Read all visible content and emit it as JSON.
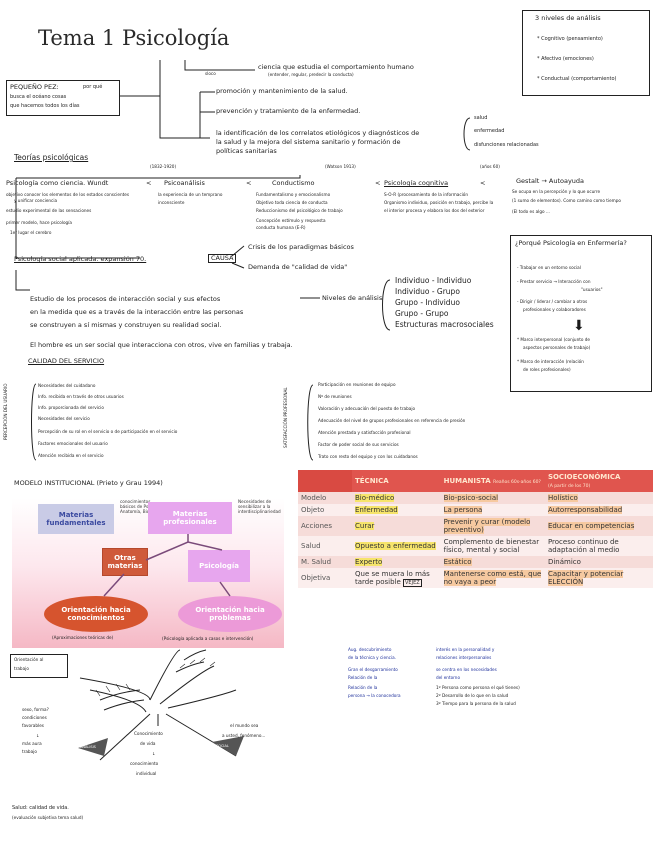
{
  "title": "Tema 1 Psicología",
  "top_note": "sloco",
  "niveles": {
    "heading": "3 niveles de análisis",
    "items": [
      "* Cognitivo (pensamiento)",
      "* Afectivo (emociones)",
      "* Conductual (comportamiento)"
    ]
  },
  "pequeno_pez": {
    "label": "PEQUEÑO PEZ:",
    "text1": "por qué",
    "text2": "busca el océano cosas",
    "text3": "que hacemos todos los días"
  },
  "branches": {
    "b1": "ciencia que estudia el comportamiento humano",
    "b1_sub": "(entender, regular, predecir la conducta)",
    "b2": "promoción y mantenimiento de la salud.",
    "b3": "prevención y tratamiento de la enfermedad.",
    "b4a": "la identificación de los correlatos etiológicos y diagnósticos de",
    "b4b": "la salud y la mejora del sistema sanitario y formación de",
    "b4c": "políticas sanitarias",
    "b4_list": [
      "salud",
      "enfermedad",
      "disfunciones relacionadas"
    ]
  },
  "teorias": {
    "heading": "Teorías psicológicas",
    "date1": "(1832-1920)",
    "date2": "(Watson 1913)",
    "date3": "(años 60)",
    "c1_title": "Psicología como ciencia. Wundt",
    "c1_l1": "objetivo conocer los elementos de los estados conscientes",
    "c1_l2": "y unificar conciencia",
    "c1_l3": "estudio experimental de las sensaciones",
    "c1_l4": "primer modelo, hace psicología",
    "c1_l5": "1er lugar el cerebro",
    "c2_title": "Psicoanálisis",
    "c2_l1": "la experiencia de un temprano",
    "c2_l2": "inconsciente",
    "c3_title": "Conductismo",
    "c3_l1": "Fundamentalismo y emocionalismo",
    "c3_l2": "Objetivo toda ciencia de conducta",
    "c3_l3": "Reduccionismo del psicológico de trabajo",
    "c3_l4": "Concepción estímulo y respuesta",
    "c3_l5": "conducta humana (E-R)",
    "c4_title": "Psicología cognitiva",
    "c4_l1": "S-O-R (procesamiento de la información",
    "c4_l2": "Organismo individuo, posición en trabajo, percibe la",
    "c4_l3": "el interior procesa y elabora los dos del exterior",
    "c5_title": "Gestalt → Autoayuda",
    "c5_l1": "Se ocupa en la percepción y lo que ocurre",
    "c5_l2": "(1 sumo de elementos). Como camino como tiempo",
    "c5_l3": "(El todo es algo ...",
    "sep": "<"
  },
  "social": {
    "line": "Psicología social aplicada: expansión 70.",
    "causa": "CAUSA",
    "c1": "Crisis de los paradigmas básicos",
    "c2": "Demanda de \"calidad de vida\"",
    "estudio1": "Estudio de los procesos de interacción social y sus efectos",
    "estudio2": "en la medida que es a través de la interacción entre las personas",
    "estudio3": "se construyen a sí mismas y construyen su realidad social.",
    "hombre": "El hombre es un ser social que interacciona con otros, vive en familias y trabaja.",
    "niveles_label": "Niveles de análisis",
    "niveles": [
      "Individuo - Individuo",
      "Individuo - Grupo",
      "Grupo - Individuo",
      "Grupo - Grupo",
      "Estructuras macrosociales"
    ]
  },
  "enfermeria": {
    "heading": "¿Porqué Psicología en Enfermería?",
    "items": [
      "- Trabajar en un entorno social",
      "- Prestar servicio → Interacción con",
      "\"usuarios\"",
      "- Dirigir / liderar / cambiar a otros",
      "profesionales y colaboradores",
      "* Marco interpersonal (conjunto de",
      "aspectos personales de trabajo)",
      "* Marco de interacción (relación",
      "de roles profesionales)"
    ]
  },
  "calidad": {
    "heading": "CALIDAD DEL SERVICIO",
    "left_label": "PERCEPCIÓN DEL USUARIO",
    "left": [
      "Necesidades del cuidadano",
      "Info. recibida en través de otros usuarios",
      "Info. proporcionada del servicio",
      "Necesidades del servicio",
      "Percepción de su rol en el servicio o de participación en el servicio",
      "Factores emocionales del usuario",
      "Atención recibida en el servicio"
    ],
    "right_label": "SATISFACCIÓN PROFESIONAL",
    "right": [
      "Participación en reuniones de equipo",
      "Nº de reuniones",
      "Valoración y adecuación del puesto de trabajo",
      "Adecuación del nivel de grupos profesionales en referencia de presión",
      "Atención prestada y satisfacción profesional",
      "Factor de poder social de sus servicios",
      "Trato con resto del equipo y con los cuidadanos"
    ]
  },
  "modelo": {
    "title": "MODELO INSTITUCIONAL (Prieto y Grau 1994)",
    "fundamentales": "Materias fundamentales",
    "profesionales": "Materias profesionales",
    "otras": "Otras materias",
    "psicologia": "Psicología",
    "orient_con": "Orientación hacia conocimientos",
    "orient_prob": "Orientación hacia problemas",
    "note1": "conocimientos básicos de Psico. Anatomía, Biología",
    "note2": "Necesidades de sensibilizar a la interdisciplinariedad",
    "note3": "(Aproximaciones teóricas de)",
    "note4": "(Psicología aplicada a casos e intervención)"
  },
  "table": {
    "headers": [
      "",
      "TÉCNICA",
      "HUMANISTA",
      "SOCIOECONÓMICA"
    ],
    "header_subs": [
      "",
      "",
      "Reaños 60s-años 60?",
      "(A partir de los 70)"
    ],
    "rows": [
      [
        "Modelo",
        "Bio-médico",
        "Bio-psico-social",
        "Holístico"
      ],
      [
        "Objeto",
        "Enfermedad",
        "La persona",
        "Autorresponsabilidad"
      ],
      [
        "Acciones",
        "Curar",
        "Prevenir y curar (modelo preventivo)",
        "Educar en competencias"
      ],
      [
        "Salud",
        "Opuesto a enfermedad",
        "Complemento de bienestar físico, mental y social",
        "Proceso continuo de adaptación al medio"
      ],
      [
        "M. Salud",
        "Experto",
        "Estático",
        "Dinámico"
      ],
      [
        "Objetiva",
        "Que se muera lo más tarde posible",
        "Mantenerse como está, que no vaya a peor",
        "Capacitar y potenciar ELECCIÓN"
      ]
    ],
    "vejez": "VEJEZ",
    "notes_left": [
      "Aug. descubrimiento",
      "de la técnica y ciencia.",
      "Gran el desgarramiento",
      "Relación de la",
      "Relación de la",
      "persona → la conocedora"
    ],
    "notes_right": [
      "interés en la personalidad y",
      "relaciones interpersonales",
      "se centra en los necesidades",
      "del entorno",
      "1º Persona como persona el qué tienes)",
      "2º Desarrollo de lo que en la salud",
      "3º Tiempo para la persona de la salud"
    ]
  },
  "sketch": {
    "label1": "Orientación al",
    "label2": "trabajo",
    "left1": "sexo, forma?",
    "left2": "condiciones",
    "left3": "favorables",
    "left4": "↓",
    "left5": "más aura",
    "left6": "trabajo",
    "center1": "Conocimiento",
    "center2": "de vida",
    "center3": "↓",
    "center4": "conocimiento",
    "center5": "individual",
    "right1": "el mundo sea",
    "right2": "a usted, fenómeno...",
    "arrow_left": "ANÁLISIS",
    "arrow_right": "SOCIAL",
    "bottom1": "Salud: calidad de vida.",
    "bottom2": "(evaluación subjetiva tema salud)"
  }
}
